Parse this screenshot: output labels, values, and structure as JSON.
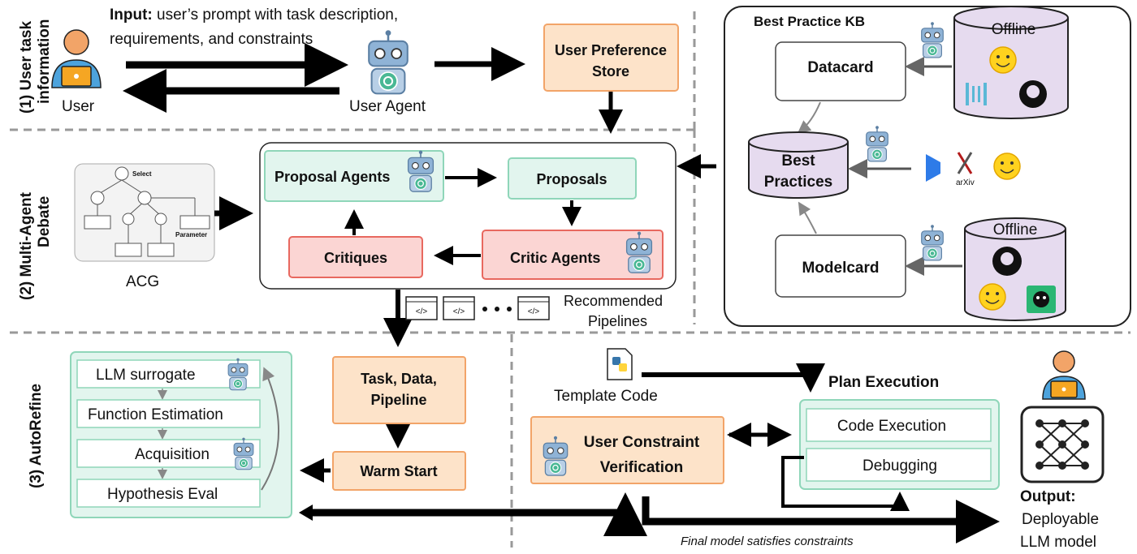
{
  "sections": {
    "s1": "(1) User task",
    "s1b": "information",
    "s2": "(2) Multi-Agent",
    "s2b": "Debate",
    "s3": "(3) AutoRefine"
  },
  "input": {
    "bold": "Input:",
    "line1": "user’s prompt with task description,",
    "line2": "requirements, and constraints"
  },
  "user_label": "User",
  "user_agent_label": "User Agent",
  "user_pref": {
    "line1": "User Preference",
    "line2": "Store"
  },
  "kb": {
    "title": "Best Practice KB",
    "offline_top": "Offline",
    "offline_bottom": "Offline",
    "datacard": "Datacard",
    "modelcard": "Modelcard",
    "best_practices_1": "Best",
    "best_practices_2": "Practices",
    "arxiv": "arXiv"
  },
  "acg": {
    "label": "ACG",
    "select": "Select",
    "parameter": "Parameter"
  },
  "debate": {
    "proposal_agents": "Proposal Agents",
    "proposals": "Proposals",
    "critic_agents": "Critic Agents",
    "critiques": "Critiques"
  },
  "pipelines": {
    "line1": "Recommended",
    "line2": "Pipelines",
    "code_glyph": "</>"
  },
  "autorefine": {
    "llm_surrogate": "LLM surrogate",
    "function_estimation": "Function Estimation",
    "acquisition": "Acquisition",
    "hypothesis_eval": "Hypothesis Eval"
  },
  "task_data": {
    "line1": "Task, Data,",
    "line2": "Pipeline"
  },
  "warm_start": "Warm Start",
  "template_code": "Template Code",
  "ucv": {
    "line1": "User Constraint",
    "line2": "Verification"
  },
  "plan": {
    "title": "Plan Execution",
    "code_execution": "Code Execution",
    "debugging": "Debugging"
  },
  "output": {
    "bold": "Output:",
    "line1": "Deployable",
    "line2": "LLM model"
  },
  "final_note": "Final model satisfies constraints",
  "colors": {
    "orange_fill": "#fde3c9",
    "orange_stroke": "#f2a468",
    "green_fill": "#e2f5ee",
    "green_stroke": "#8fd6b9",
    "red_fill": "#fbd5d3",
    "red_stroke": "#e8685f",
    "purple_fill": "#e6dbef",
    "green_text": "#27a34f"
  }
}
